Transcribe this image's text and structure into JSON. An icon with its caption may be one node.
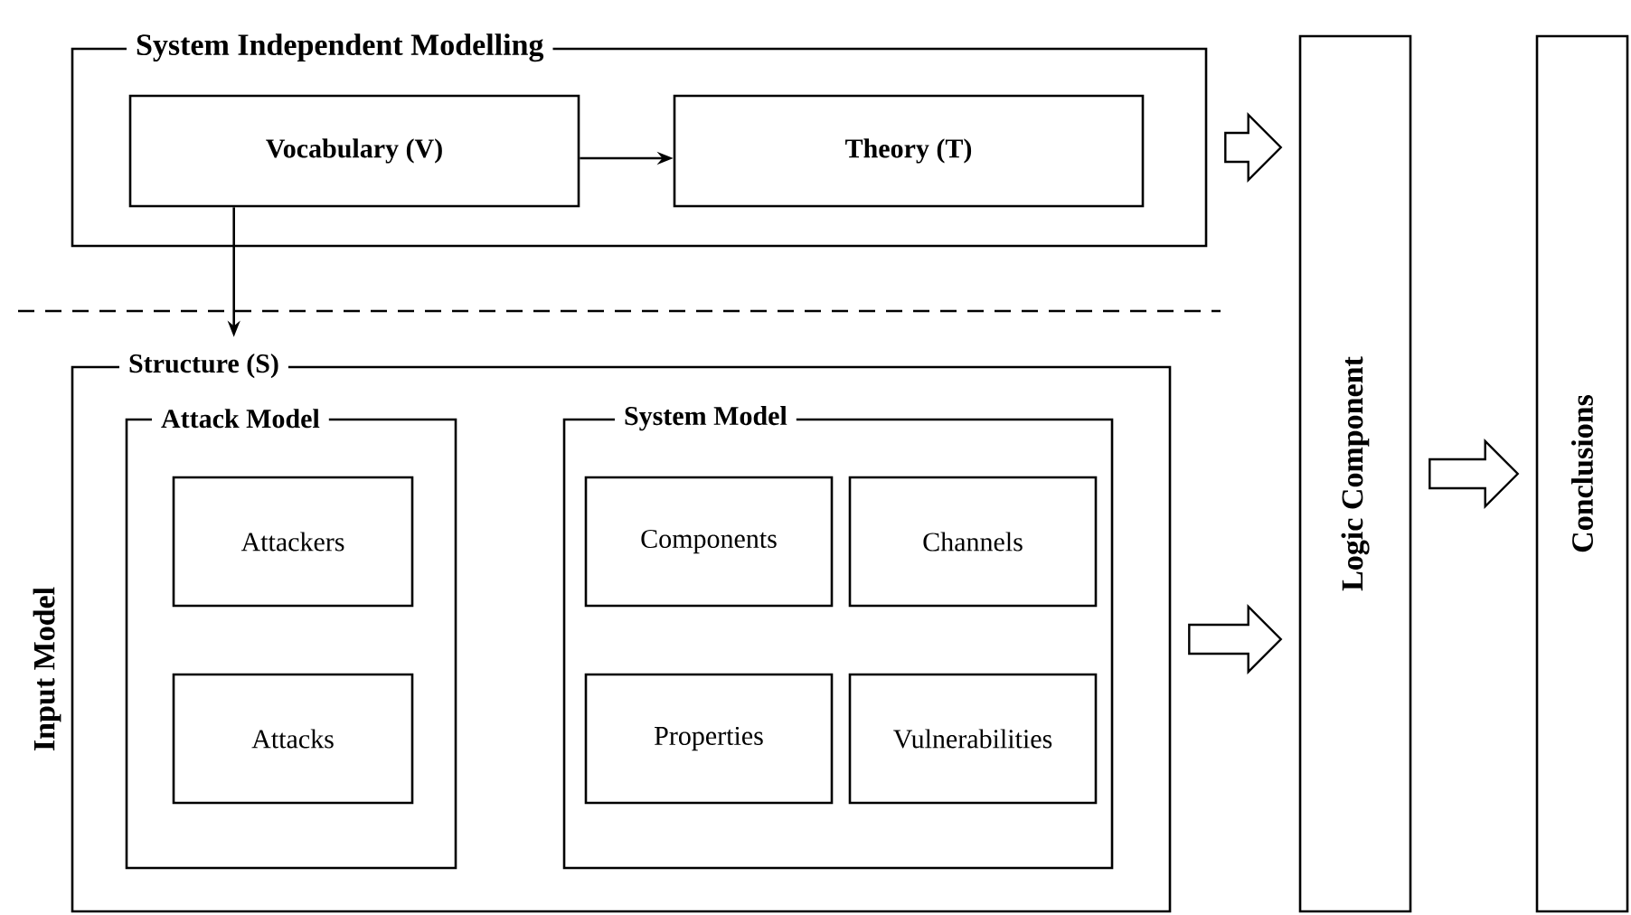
{
  "diagram": {
    "nodes": [
      {
        "text": [
          "System Independent Modelling"
        ]
      },
      {
        "text": [
          "Vocabulary (V)"
        ],
        "in": 0
      },
      {
        "text": [
          "Theory (T)"
        ],
        "in": 0
      },
      {
        "text": [
          "Structure (S)"
        ]
      },
      {
        "text": [
          "Attack Model"
        ],
        "in": 3
      },
      {
        "text": [
          "System Model"
        ],
        "in": 3
      },
      {
        "text": [
          "Attackers"
        ],
        "in": 4
      },
      {
        "text": [
          "Attacks"
        ],
        "in": 4
      },
      {
        "text": [
          "Components"
        ],
        "in": 5
      },
      {
        "text": [
          "Channels"
        ],
        "in": 5
      },
      {
        "text": [
          "Properties"
        ],
        "in": 5
      },
      {
        "text": [
          "Vulnerabilities"
        ],
        "in": 5
      },
      {
        "text": [
          "Logic Component"
        ]
      },
      {
        "text": [
          "Conclusions"
        ]
      }
    ],
    "edges": [
      {
        "from": 1,
        "to": 2,
        "arrow": "to"
      },
      {
        "from": 1,
        "to": 3,
        "arrow": "to"
      },
      {
        "from": 0,
        "to": 12,
        "arrow": "to"
      },
      {
        "from": 3,
        "to": 12,
        "arrow": "to"
      },
      {
        "from": 12,
        "to": 13,
        "arrow": "to"
      }
    ],
    "labels": [
      "Input Model"
    ]
  }
}
